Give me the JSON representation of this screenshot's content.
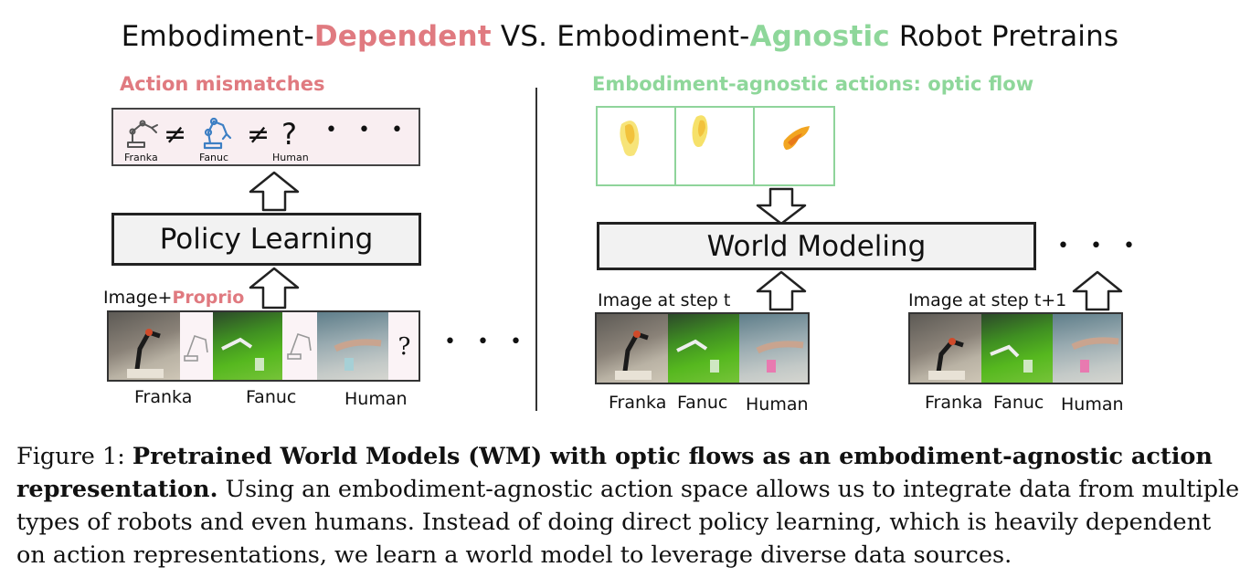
{
  "title": {
    "part1": "Embodiment-",
    "part2": "Dependent",
    "part3": " VS. Embodiment-",
    "part4": "Agnostic",
    "part5": " Robot Pretrains"
  },
  "left": {
    "heading": "Action mismatches",
    "neq": "≠",
    "question": "?",
    "dots": "• • •",
    "icon_labels": [
      "Franka",
      "Fanuc",
      "Human"
    ],
    "policy_label": "Policy Learning",
    "input_label_1": "Image+",
    "input_label_2": "Proprio",
    "sketch_question": "?",
    "strip_dots": "• • •",
    "col_labels": [
      "Franka",
      "Fanuc",
      "Human"
    ]
  },
  "right": {
    "heading": "Embodiment-agnostic actions: optic flow",
    "wm_label": "World Modeling",
    "wm_dots": "• • •",
    "step_label_1": "Image at step t",
    "step_label_2": "Image at step t+1",
    "col_labels_1": [
      "Franka",
      "Fanuc",
      "Human"
    ],
    "col_labels_2": [
      "Franka",
      "Fanuc",
      "Human"
    ]
  },
  "caption": {
    "lead": "Figure 1:  ",
    "bold1": "Pretrained World Models (WM) with optic flows as an embodiment-agnostic action",
    "bold2": "representation.",
    "line2_rest": " Using an embodiment-agnostic action space allows us to integrate data from multiple",
    "line3": "types of robots and even humans. Instead of doing direct policy learning, which is heavily dependent",
    "line4": "on action representations, we learn a world model to leverage diverse data sources."
  },
  "colors": {
    "dependent": "#e07a80",
    "agnostic": "#8ed79a",
    "box_fill": "#f2f2f2",
    "mismatch_fill": "#f9eef1"
  }
}
